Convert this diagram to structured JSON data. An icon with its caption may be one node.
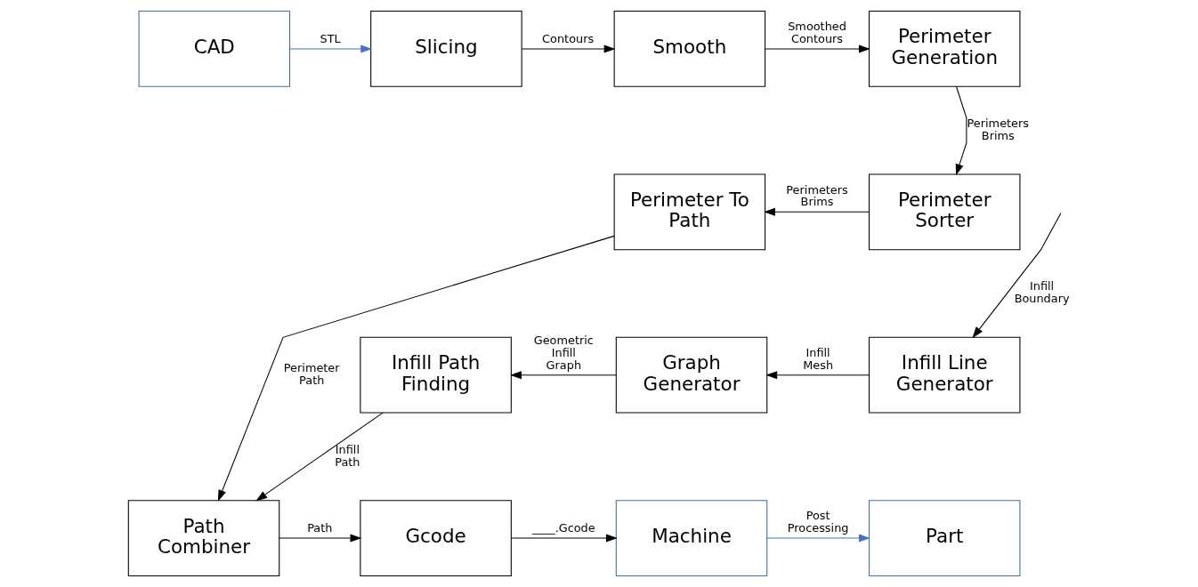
{
  "diagram": {
    "nodes": [
      {
        "text": [
          "CAD"
        ]
      },
      {
        "text": [
          "Slicing"
        ]
      },
      {
        "text": [
          "Smooth"
        ]
      },
      {
        "text": [
          "Perimeter Generation"
        ]
      },
      {
        "text": [
          "Perimeter Sorter"
        ]
      },
      {
        "text": [
          "Perimeter To Path"
        ]
      },
      {
        "text": [
          "Infill Line Generator"
        ]
      },
      {
        "text": [
          "Graph Generator"
        ]
      },
      {
        "text": [
          "Infill Path Finding"
        ]
      },
      {
        "text": [
          "Path Combiner"
        ]
      },
      {
        "text": [
          "Gcode"
        ]
      },
      {
        "text": [
          "Machine"
        ]
      },
      {
        "text": [
          "Part"
        ]
      }
    ],
    "edges": [
      {
        "from": 0,
        "to": 1,
        "arrow": "to",
        "label": "STL",
        "color": "#4472c4"
      },
      {
        "from": 1,
        "to": 2,
        "arrow": "to",
        "label": "Contours"
      },
      {
        "from": 2,
        "to": 3,
        "arrow": "to",
        "label": "Smoothed Contours"
      },
      {
        "from": 3,
        "to": 4,
        "arrow": "to",
        "label": "Perimeters Brims"
      },
      {
        "from": 4,
        "to": 5,
        "arrow": "to",
        "label": "Perimeters Brims"
      },
      {
        "from": 5,
        "to": 9,
        "arrow": "to",
        "label": "Perimeter Path"
      },
      {
        "from": null,
        "to": 6,
        "arrow": "to",
        "label": "Infill Boundary"
      },
      {
        "from": 6,
        "to": 7,
        "arrow": "to",
        "label": "Infill Mesh"
      },
      {
        "from": 7,
        "to": 8,
        "arrow": "to",
        "label": "Geometric Infill Graph"
      },
      {
        "from": 8,
        "to": 9,
        "arrow": "to",
        "label": "Infill Path"
      },
      {
        "from": 9,
        "to": 10,
        "arrow": "to",
        "label": "Path"
      },
      {
        "from": 10,
        "to": 11,
        "arrow": "to",
        "label": "____.Gcode"
      },
      {
        "from": 11,
        "to": 12,
        "arrow": "to",
        "label": "Post Processing",
        "color": "#4472c4"
      }
    ]
  }
}
